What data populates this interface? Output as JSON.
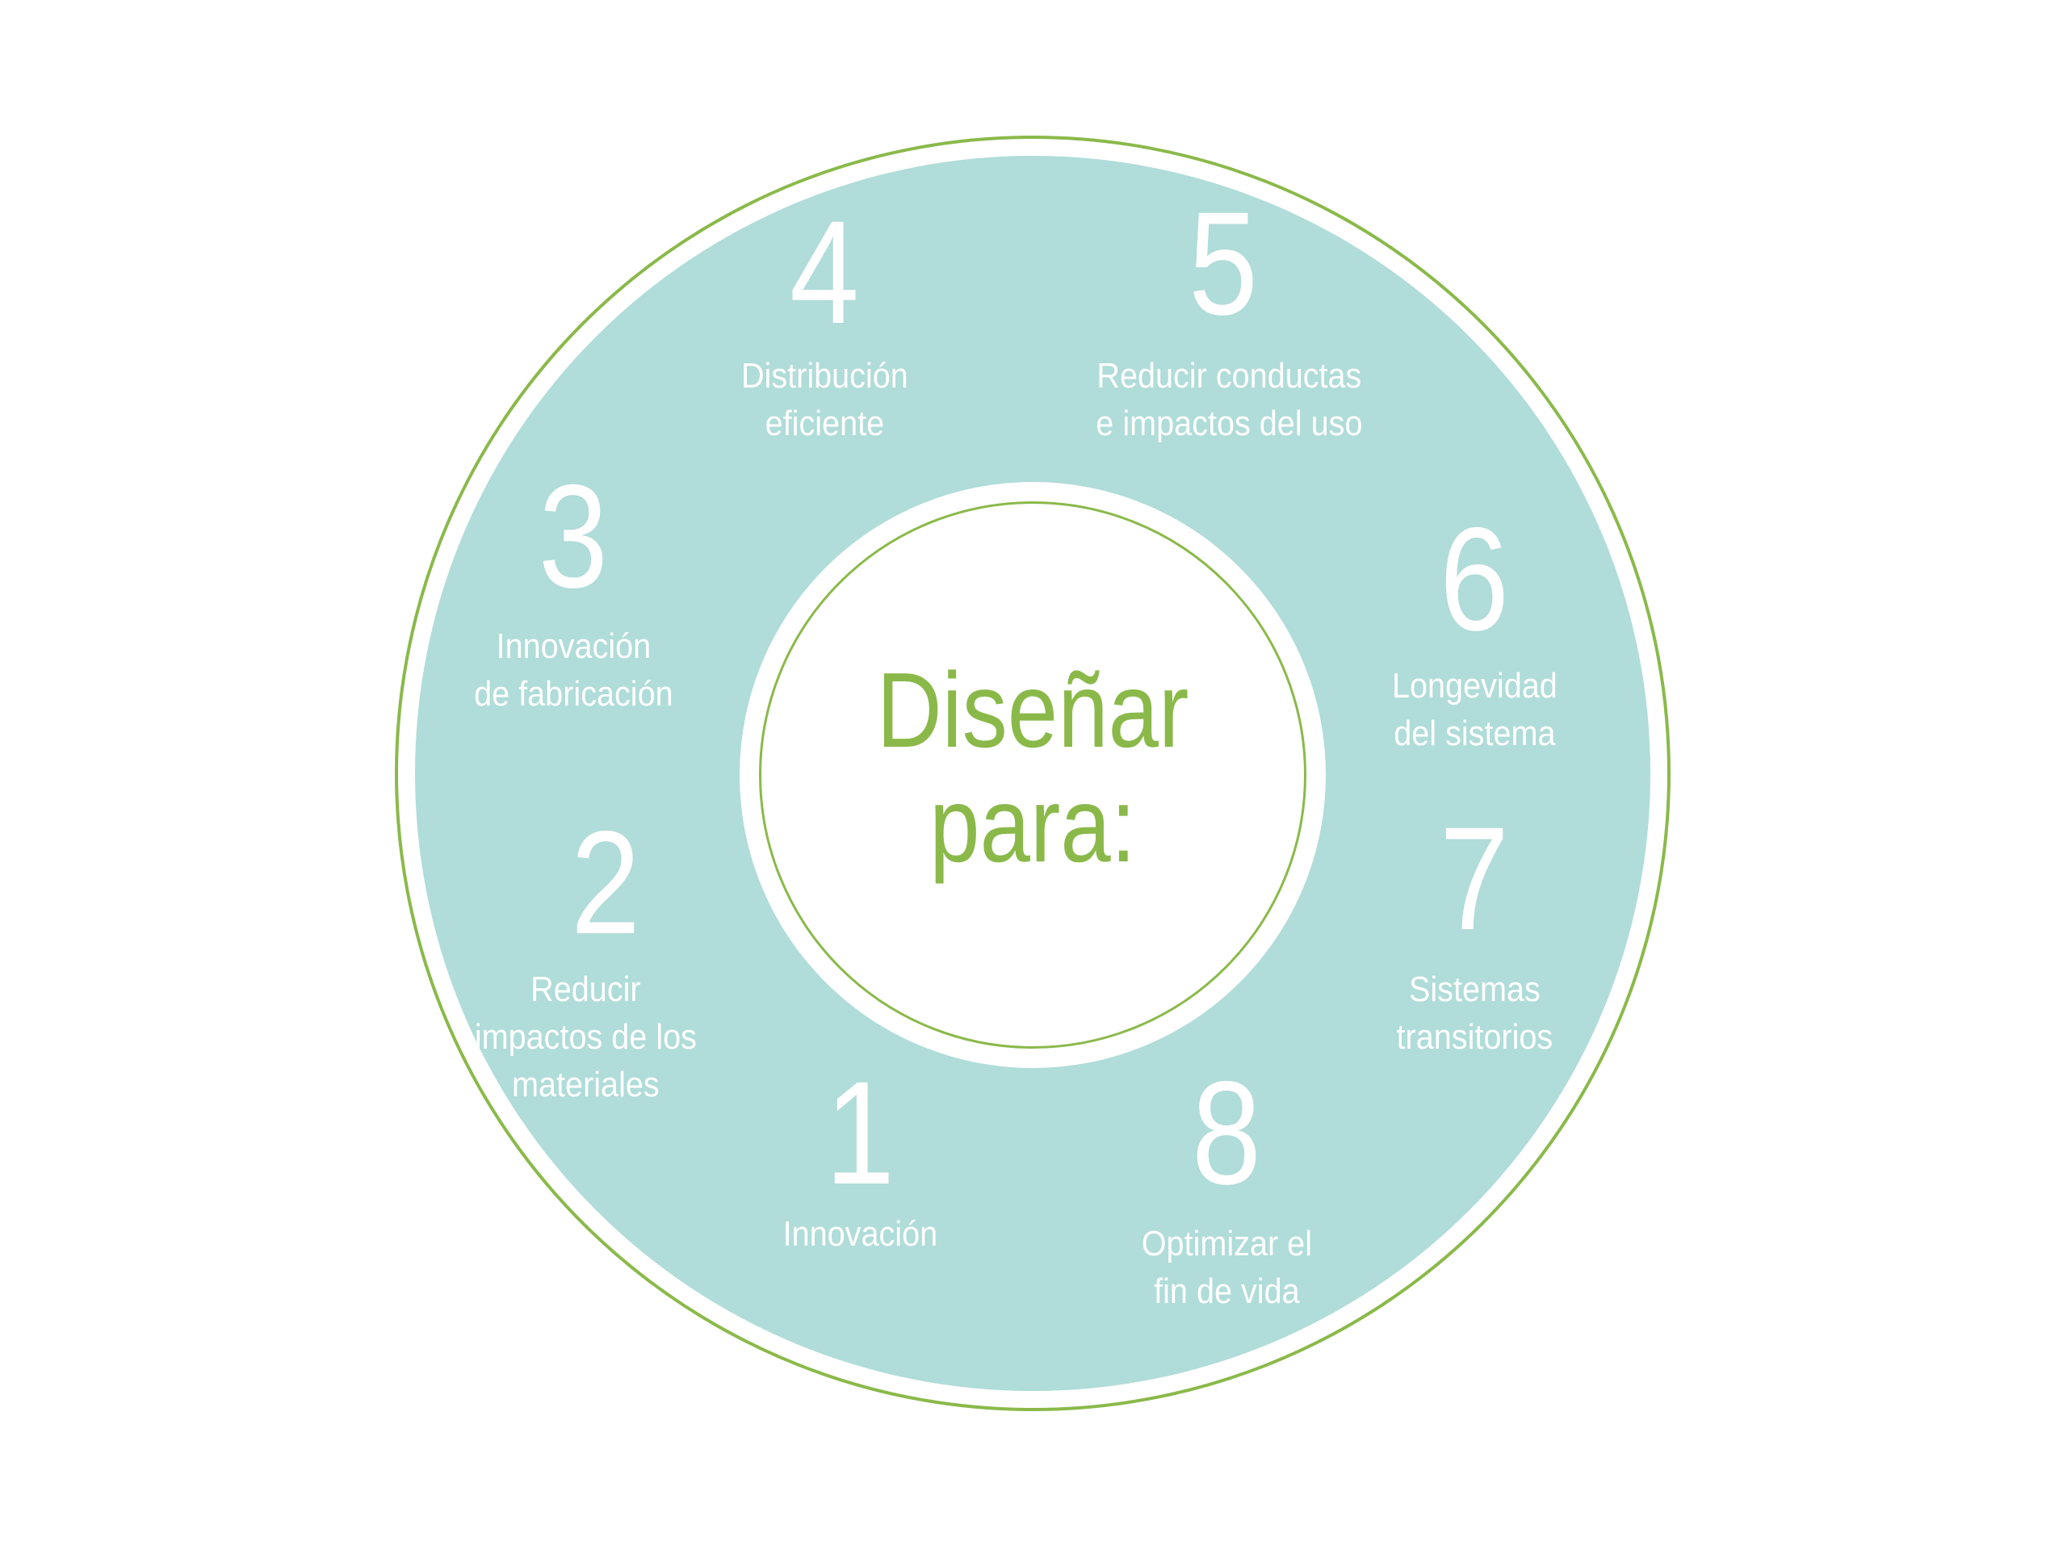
{
  "title": {
    "line1": "Diseñar",
    "line2": "para:"
  },
  "colors": {
    "teal": "#b0dcd9",
    "green": "#8ab94a",
    "text": "#ffffff"
  },
  "items": [
    {
      "number": "1",
      "label": "Innovación"
    },
    {
      "number": "2",
      "label": "Reducir\nimpactos de los\nmateriales"
    },
    {
      "number": "3",
      "label": "Innovación\nde fabricación"
    },
    {
      "number": "4",
      "label": "Distribución\neficiente"
    },
    {
      "number": "5",
      "label": "Reducir conductas\ne impactos del uso"
    },
    {
      "number": "6",
      "label": "Longevidad\ndel sistema"
    },
    {
      "number": "7",
      "label": "Sistemas\ntransitorios"
    },
    {
      "number": "8",
      "label": "Optimizar el\nfin de vida"
    }
  ]
}
